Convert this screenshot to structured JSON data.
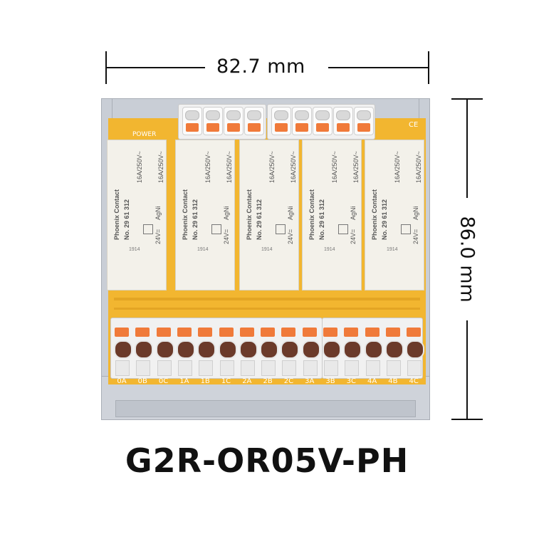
{
  "dimensions": {
    "width_label": "82.7 mm",
    "height_label": "86.0 mm"
  },
  "board": {
    "power_label": "POWER",
    "ce_mark": "CE",
    "relay_count": 5,
    "relay": {
      "brand": "Phoenix Contact",
      "part_no": "No. 29 61 312",
      "rating_1": "16A/250V~",
      "rating_2": "16A/250V~",
      "coil": "24V=",
      "contact": "AgNi",
      "date_code": "1914"
    },
    "terminal_labels": [
      "0A",
      "0B",
      "0C",
      "1A",
      "1B",
      "1C",
      "2A",
      "2B",
      "2C",
      "3A",
      "3B",
      "3C",
      "4A",
      "4B",
      "4C"
    ]
  },
  "model": "G2R-OR05V-PH",
  "colors": {
    "pcb": "#f2b630",
    "rail": "#c9ced6",
    "lever": "#f07a3a",
    "relay": "#f3f1ea"
  }
}
